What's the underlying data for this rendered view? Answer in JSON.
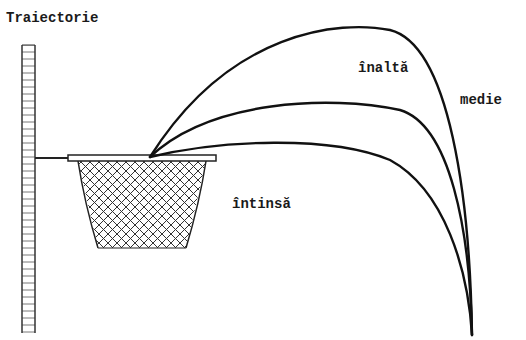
{
  "diagram": {
    "title": "Traiectorie",
    "labels": [
      "înaltă",
      "medie",
      "întinsă"
    ]
  }
}
